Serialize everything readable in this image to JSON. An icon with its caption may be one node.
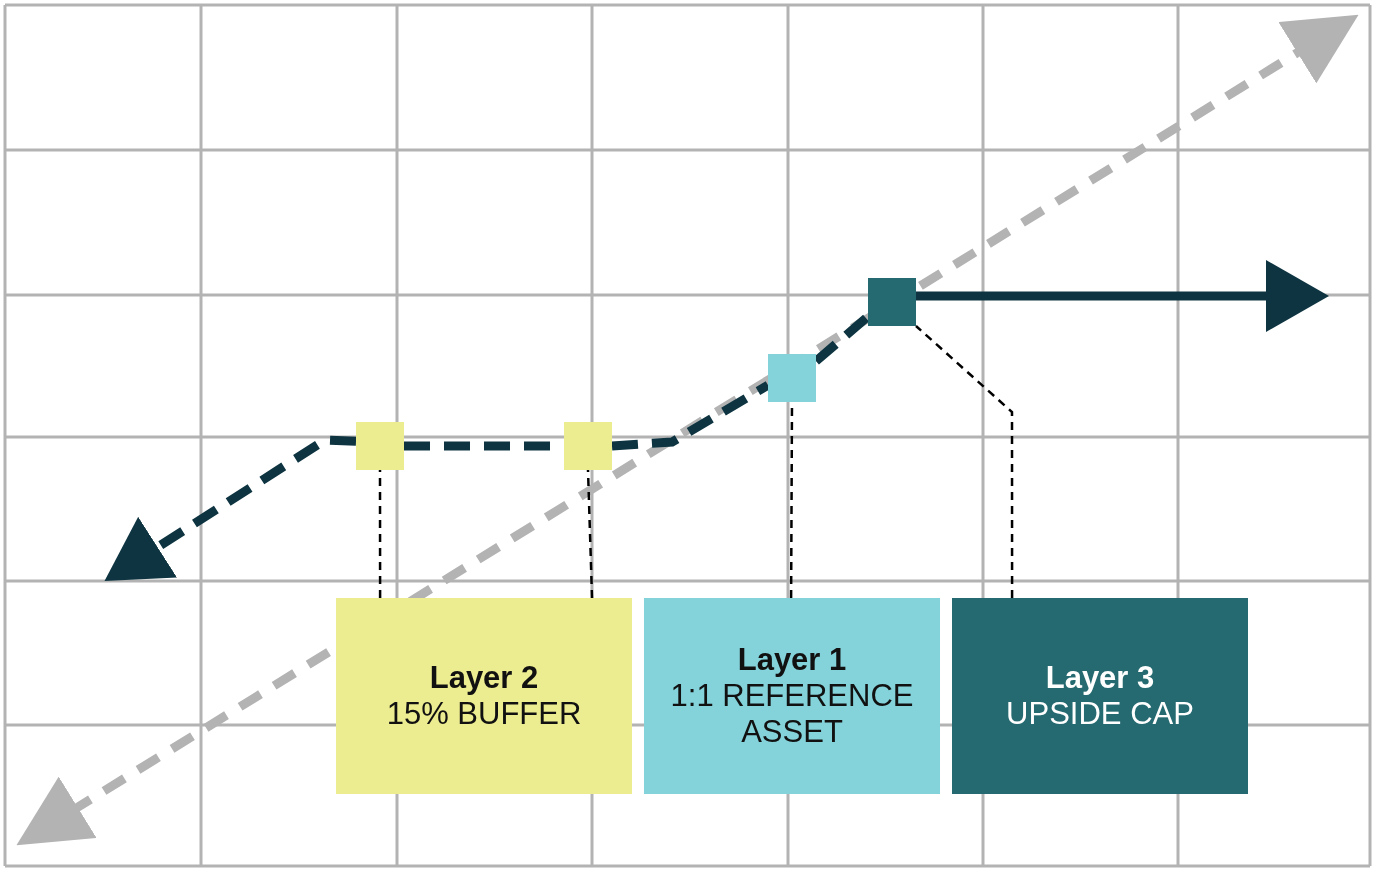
{
  "diagram": {
    "nodes": [
      {
        "text": [
          "Layer 2",
          "15% BUFFER"
        ]
      },
      {
        "text": [
          "Layer 1",
          "1:1 REFERENCE ASSET"
        ]
      },
      {
        "text": [
          "Layer 3",
          "UPSIDE CAP"
        ]
      },
      {
        "text": [],
        "shape": "box"
      },
      {
        "text": [],
        "shape": "box"
      },
      {
        "text": [],
        "shape": "box"
      },
      {
        "text": [],
        "shape": "box"
      }
    ],
    "edges": [
      {
        "from": 0,
        "to": 3,
        "arrow": "none",
        "style": "dashed",
        "color": "#000000"
      },
      {
        "from": 0,
        "to": 4,
        "arrow": "none",
        "style": "dashed",
        "color": "#000000"
      },
      {
        "from": 1,
        "to": 5,
        "arrow": "none",
        "style": "dashed",
        "color": "#000000"
      },
      {
        "from": 2,
        "to": 6,
        "arrow": "none",
        "style": "dashed",
        "color": "#000000"
      },
      {
        "from": 3,
        "to": null,
        "arrow": "to",
        "style": "dashed",
        "color": "#0d3440"
      },
      {
        "from": 3,
        "to": 4,
        "arrow": "none",
        "style": "dashed",
        "color": "#0d3440"
      },
      {
        "from": 4,
        "to": 5,
        "arrow": "none",
        "style": "dashed",
        "color": "#0d3440"
      },
      {
        "from": 5,
        "to": 6,
        "arrow": "none",
        "style": "dashed",
        "color": "#0d3440"
      },
      {
        "from": 6,
        "to": null,
        "arrow": "to",
        "color": "#0d3440"
      }
    ]
  }
}
